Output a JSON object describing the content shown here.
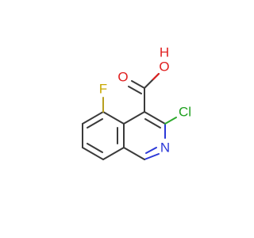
{
  "atoms": {
    "oxygen_hydroxyl": {
      "label": "O",
      "color": "#e02020"
    },
    "hydrogen_hydroxyl": {
      "label": "H",
      "color": "#e02020"
    },
    "oxygen_carbonyl": {
      "label": "O",
      "color": "#e02020"
    },
    "fluorine": {
      "label": "F",
      "color": "#c8a800"
    },
    "chlorine": {
      "label": "Cl",
      "color": "#1fa01f"
    },
    "nitrogen": {
      "label": "N",
      "color": "#2b38d8"
    }
  }
}
